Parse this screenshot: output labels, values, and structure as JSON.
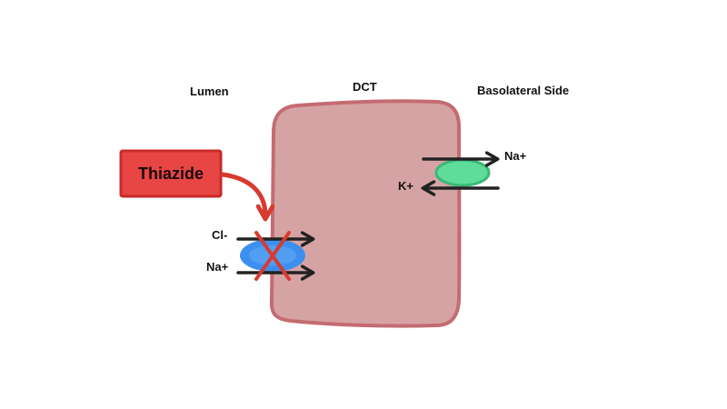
{
  "regions": {
    "lumen": "Lumen",
    "cell": "DCT",
    "basolateral": "Basolateral Side"
  },
  "drug": {
    "name": "Thiazide"
  },
  "luminal_transporter": {
    "ion_top": "Cl-",
    "ion_bottom": "Na+"
  },
  "basolateral_pump": {
    "ion_out": "Na+",
    "ion_in": "K+"
  },
  "colors": {
    "cell_fill": "#d6a3a4",
    "cell_stroke": "#c46b72",
    "drug_fill": "#e84545",
    "drug_stroke": "#c92a2a",
    "transporter_blue": "#3d8fef",
    "pump_green": "#5fdc9a",
    "block_red": "#d83a2e",
    "arrow": "#222222"
  }
}
